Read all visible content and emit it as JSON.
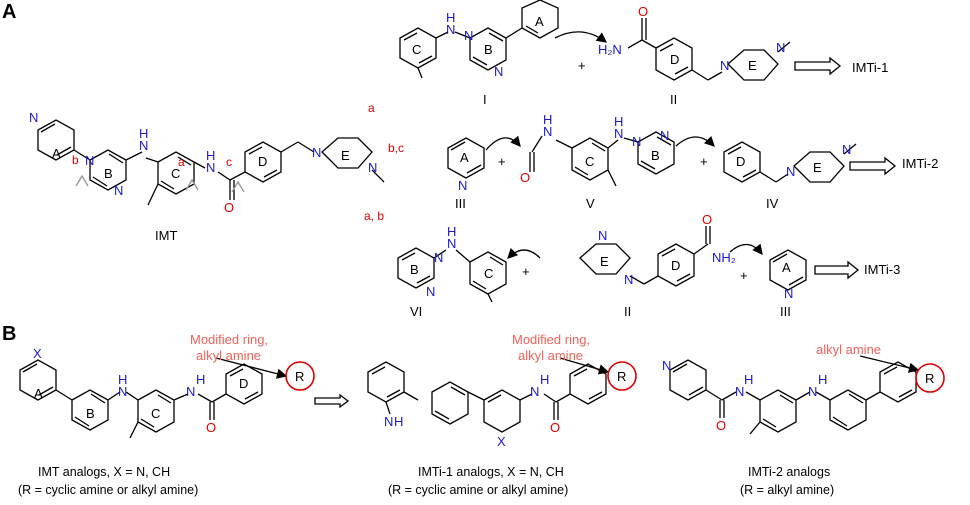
{
  "panels": {
    "a": "A",
    "b": "B"
  },
  "imt": {
    "name": "IMT",
    "rings": [
      "A",
      "B",
      "C",
      "D",
      "E"
    ],
    "cut_labels": [
      "b",
      "a",
      "c"
    ],
    "atoms": {
      "n_a": "N",
      "n_b": "N",
      "n_e1": "N",
      "n_e2": "N",
      "nh1": "H",
      "nh1n": "N",
      "nh2": "H",
      "nh2n": "N",
      "o": "O"
    }
  },
  "arrow_labels": {
    "top": "a",
    "mid": "b,c",
    "bot": "a, b"
  },
  "row1": {
    "fragments": [
      "I",
      "II"
    ],
    "plus": "+",
    "product": "IMTi-1",
    "rings": [
      "C",
      "B",
      "A",
      "D",
      "E"
    ],
    "atoms": {
      "nh": "H",
      "nhn": "N",
      "h2n": "H₂N",
      "o": "O",
      "n1": "N",
      "n2": "N",
      "n3": "N",
      "n4": "N",
      "na": "N"
    }
  },
  "row2": {
    "fragments": [
      "III",
      "V",
      "IV"
    ],
    "plus": "+",
    "product": "IMTi-2",
    "rings": [
      "A",
      "C",
      "B",
      "D",
      "E"
    ],
    "atoms": {
      "n": "N",
      "h": "H",
      "nh": "N",
      "o": "O",
      "h2": "H",
      "nh2": "N",
      "nb1": "N",
      "nb2": "N",
      "ne1": "N",
      "ne2": "N"
    }
  },
  "row3": {
    "fragments": [
      "VI",
      "II",
      "III"
    ],
    "plus": "+",
    "product": "IMTi-3",
    "rings": [
      "B",
      "C",
      "E",
      "D",
      "A"
    ],
    "atoms": {
      "h": "H",
      "n": "N",
      "nb1": "N",
      "nb2": "N",
      "ne1": "N",
      "ne2": "N",
      "o": "O",
      "nh2": "NH₂",
      "na": "N"
    }
  },
  "panel_b": {
    "annotation1": [
      "Modified ring,",
      "alkyl amine"
    ],
    "annotation2": [
      "Modified ring,",
      "alkyl amine"
    ],
    "annotation3": "alkyl amine",
    "r_label": "R",
    "x_label": "X",
    "ring_labels": [
      "A",
      "B",
      "C",
      "D"
    ],
    "atoms": {
      "n": "N",
      "h": "H",
      "o": "O"
    },
    "captions": [
      {
        "line1": "IMT analogs, X = N, CH",
        "line2": "(R = cyclic amine or alkyl amine)"
      },
      {
        "line1": "IMTi-1 analogs, X = N, CH",
        "line2": "(R = cyclic amine or alkyl amine)"
      },
      {
        "line1": "IMTi-2 analogs",
        "line2": "(R = alkyl amine)"
      }
    ]
  },
  "colors": {
    "nitrogen": "#1a1acc",
    "oxygen": "#e00000",
    "annotation": "#f0625a",
    "bond": "#000000"
  }
}
